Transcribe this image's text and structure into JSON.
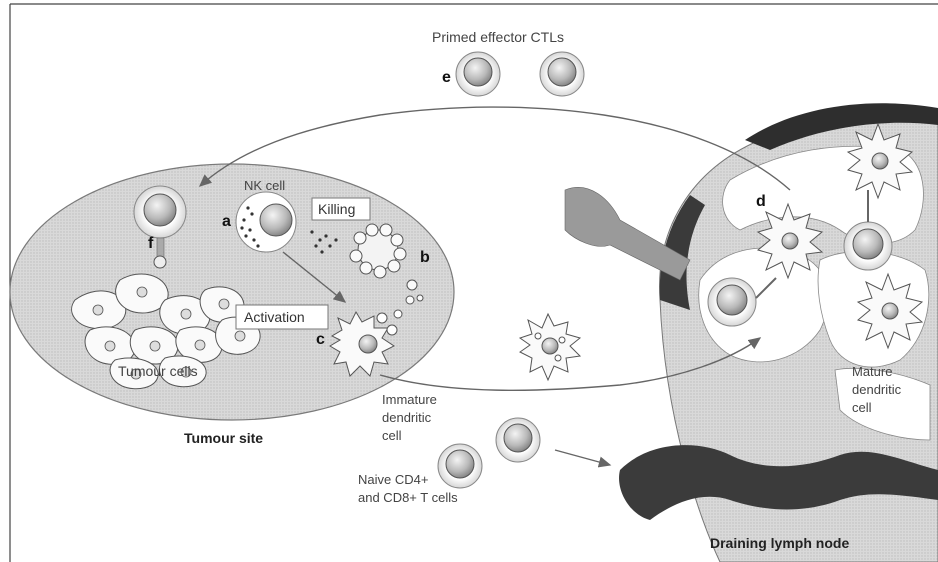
{
  "labels": {
    "primed_ctls": "Primed effector CTLs",
    "nk_cell": "NK cell",
    "killing": "Killing",
    "activation": "Activation",
    "tumour_cells": "Tumour cells",
    "tumour_site": "Tumour site",
    "immature_1": "Immature",
    "immature_2": "dendritic",
    "immature_3": "cell",
    "naive_1": "Naive CD4+",
    "naive_2": "and CD8+ T cells",
    "mature_1": "Mature",
    "mature_2": "dendritic",
    "mature_3": "cell",
    "draining": "Draining lymph node"
  },
  "letters": {
    "a": "a",
    "b": "b",
    "c": "c",
    "d": "d",
    "e": "e",
    "f": "f"
  }
}
